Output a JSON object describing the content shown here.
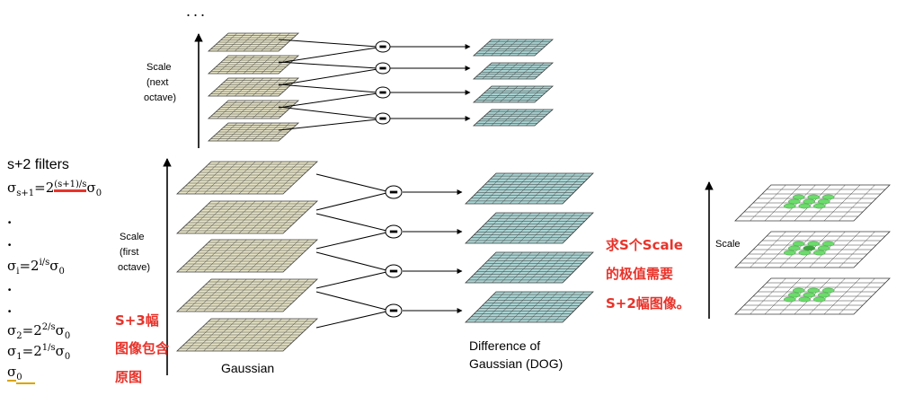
{
  "top": {
    "ellipsis": "..."
  },
  "labels": {
    "scale_next_1": "Scale",
    "scale_next_2": "(next",
    "scale_next_3": "octave)",
    "scale_first_1": "Scale",
    "scale_first_2": "(first",
    "scale_first_3": "octave)",
    "gaussian": "Gaussian",
    "dog_1": "Difference of",
    "dog_2": "Gaussian (DOG)",
    "scale_right": "Scale",
    "minus": "−"
  },
  "formulas": {
    "filters": "s+2 filters",
    "sigma": "σ",
    "f1_sub": "s+1",
    "f1_eq": "=2",
    "f1_sup": "(s+1)/s",
    "dot": ".",
    "fi_sub": "i",
    "fi_eq": "=2",
    "fi_sup": "i/s",
    "f2_sub": "2",
    "f2_eq": "=2",
    "f2_sup": "2/s",
    "f1b_sub": "1",
    "f1b_eq": "=2",
    "f1b_sup": "1/s",
    "f0_sub": "0"
  },
  "annotations": {
    "left_1": "S+3幅",
    "left_2": "图像包含",
    "left_3": "原图",
    "right_1": "求S个Scale",
    "right_2": "的极值需要",
    "right_3": "S+2幅图像。"
  },
  "colors": {
    "gaussian_fill": "#e7e4c6",
    "dog_fill": "#a9d3d2",
    "grid_line": "#3b3b3b",
    "extrema": "#6bdc6b",
    "annotation": "#e8332a"
  }
}
